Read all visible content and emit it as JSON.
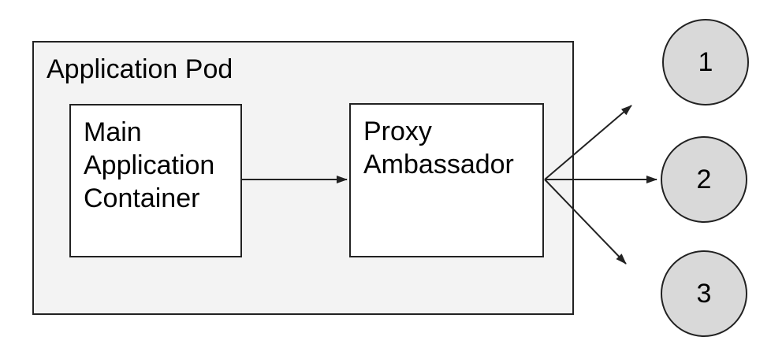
{
  "diagram": {
    "pod": {
      "label": "Application Pod"
    },
    "containers": [
      {
        "id": "main-application-container",
        "label": "Main Application Container"
      },
      {
        "id": "proxy-ambassador",
        "label": "Proxy Ambassador"
      }
    ],
    "endpoints": [
      {
        "label": "1"
      },
      {
        "label": "2"
      },
      {
        "label": "3"
      }
    ],
    "connections": [
      {
        "from": "main-application-container",
        "to": "proxy-ambassador"
      },
      {
        "from": "proxy-ambassador",
        "to": "endpoint-1"
      },
      {
        "from": "proxy-ambassador",
        "to": "endpoint-2"
      },
      {
        "from": "proxy-ambassador",
        "to": "endpoint-3"
      }
    ],
    "colors": {
      "pod_fill": "#f3f3f3",
      "container_fill": "#ffffff",
      "endpoint_fill": "#d9d9d9",
      "stroke": "#222222",
      "text": "#000000",
      "background": "#ffffff"
    }
  }
}
